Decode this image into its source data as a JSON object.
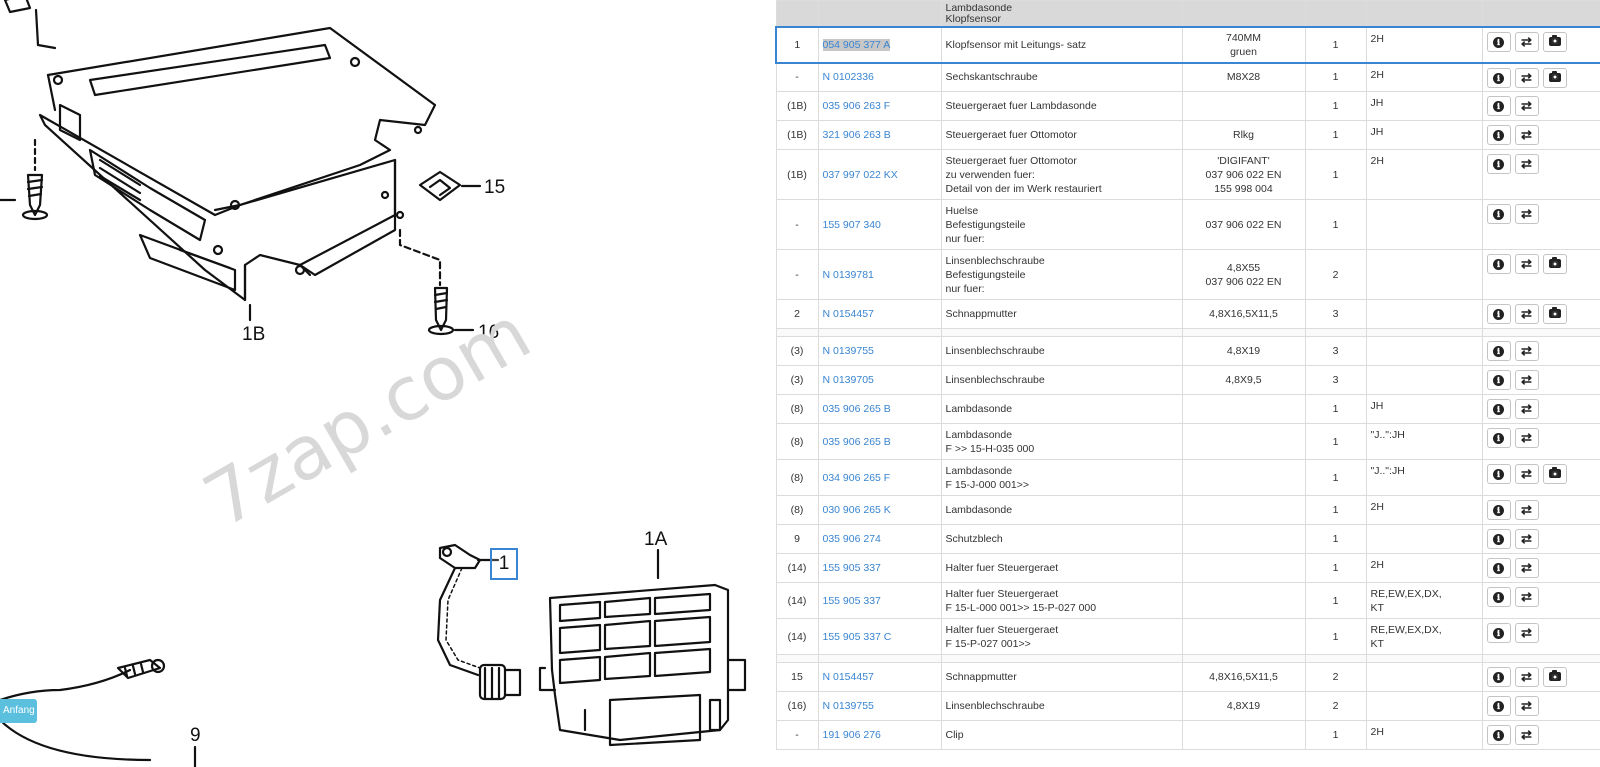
{
  "diagram": {
    "watermark": "7zap.com",
    "callouts": {
      "c15": "15",
      "c16": "16",
      "c1B": "1B",
      "c1A": "1A",
      "c1": "1",
      "c9": "9"
    },
    "start_button": "Anfang"
  },
  "table": {
    "header_fragment": [
      "Lambdasonde",
      "Klopfsensor"
    ],
    "row_groups": [
      [
        {
          "pos": "1",
          "part_no": "054 905 377 A",
          "desc": [
            "Klopfsensor mit Leitungs- satz"
          ],
          "spec": [
            "740MM",
            "gruen"
          ],
          "qty": "1",
          "note": [
            "2H"
          ],
          "actions": [
            "info-icon",
            "swap-icon",
            "camera-icon"
          ],
          "selected": true,
          "highlight": true
        },
        {
          "pos": "-",
          "part_no": "N  0102336",
          "desc": [
            "Sechskantschraube"
          ],
          "spec": [
            "M8X28"
          ],
          "qty": "1",
          "note": [
            "2H"
          ],
          "actions": [
            "info-icon",
            "swap-icon",
            "camera-icon"
          ]
        },
        {
          "pos": "(1B)",
          "part_no": "035 906 263 F",
          "desc": [
            "Steuergeraet fuer Lambdasonde"
          ],
          "spec": [],
          "qty": "1",
          "note": [
            "JH"
          ],
          "actions": [
            "info-icon",
            "swap-icon"
          ]
        },
        {
          "pos": "(1B)",
          "part_no": "321 906 263 B",
          "desc": [
            "Steuergeraet fuer Ottomotor"
          ],
          "spec": [
            "Rlkg"
          ],
          "qty": "1",
          "note": [
            "JH"
          ],
          "actions": [
            "info-icon",
            "swap-icon"
          ]
        },
        {
          "pos": "(1B)",
          "part_no": "037 997 022 KX",
          "desc": [
            "Steuergeraet fuer Ottomotor",
            "zu verwenden fuer:",
            "Detail von der im Werk restauriert"
          ],
          "spec": [
            "'DIGIFANT'",
            "037 906 022 EN",
            "155 998 004"
          ],
          "qty": "1",
          "note": [
            "2H"
          ],
          "actions": [
            "info-icon",
            "swap-icon"
          ]
        },
        {
          "pos": "-",
          "part_no": "155 907 340",
          "desc": [
            "Huelse",
            "Befestigungsteile",
            "nur fuer:"
          ],
          "spec": [
            "037 906 022 EN"
          ],
          "qty": "1",
          "note": [],
          "actions": [
            "info-icon",
            "swap-icon"
          ]
        },
        {
          "pos": "-",
          "part_no": "N  0139781",
          "desc": [
            "Linsenblechschraube",
            "Befestigungsteile",
            "nur fuer:"
          ],
          "spec": [
            "4,8X55",
            "037 906 022 EN"
          ],
          "qty": "2",
          "note": [],
          "actions": [
            "info-icon",
            "swap-icon",
            "camera-icon"
          ]
        },
        {
          "pos": "2",
          "part_no": "N  0154457",
          "desc": [
            "Schnappmutter"
          ],
          "spec": [
            "4,8X16,5X11,5"
          ],
          "qty": "3",
          "note": [],
          "actions": [
            "info-icon",
            "swap-icon",
            "camera-icon"
          ]
        }
      ],
      [
        {
          "pos": "(3)",
          "part_no": "N  0139755",
          "desc": [
            "Linsenblechschraube"
          ],
          "spec": [
            "4,8X19"
          ],
          "qty": "3",
          "note": [],
          "actions": [
            "info-icon",
            "swap-icon"
          ]
        },
        {
          "pos": "(3)",
          "part_no": "N  0139705",
          "desc": [
            "Linsenblechschraube"
          ],
          "spec": [
            "4,8X9,5"
          ],
          "qty": "3",
          "note": [],
          "actions": [
            "info-icon",
            "swap-icon"
          ]
        },
        {
          "pos": "(8)",
          "part_no": "035 906 265 B",
          "desc": [
            "Lambdasonde"
          ],
          "spec": [],
          "qty": "1",
          "note": [
            "JH"
          ],
          "actions": [
            "info-icon",
            "swap-icon"
          ]
        },
        {
          "pos": "(8)",
          "part_no": "035 906 265 B",
          "desc": [
            "Lambdasonde",
            "F >> 15-H-035 000"
          ],
          "spec": [],
          "qty": "1",
          "note": [
            "\"J..\":JH"
          ],
          "actions": [
            "info-icon",
            "swap-icon"
          ]
        },
        {
          "pos": "(8)",
          "part_no": "034 906 265 F",
          "desc": [
            "Lambdasonde",
            "F 15-J-000 001>>"
          ],
          "spec": [],
          "qty": "1",
          "note": [
            "\"J..\":JH"
          ],
          "actions": [
            "info-icon",
            "swap-icon",
            "camera-icon"
          ]
        },
        {
          "pos": "(8)",
          "part_no": "030 906 265 K",
          "desc": [
            "Lambdasonde"
          ],
          "spec": [],
          "qty": "1",
          "note": [
            "2H"
          ],
          "actions": [
            "info-icon",
            "swap-icon"
          ]
        },
        {
          "pos": "9",
          "part_no": "035 906 274",
          "desc": [
            "Schutzblech"
          ],
          "spec": [],
          "qty": "1",
          "note": [],
          "actions": [
            "info-icon",
            "swap-icon"
          ]
        },
        {
          "pos": "(14)",
          "part_no": "155 905 337",
          "desc": [
            "Halter fuer Steuergeraet"
          ],
          "spec": [],
          "qty": "1",
          "note": [
            "2H"
          ],
          "actions": [
            "info-icon",
            "swap-icon"
          ]
        },
        {
          "pos": "(14)",
          "part_no": "155 905 337",
          "desc": [
            "Halter fuer Steuergeraet",
            "F 15-L-000 001>> 15-P-027 000"
          ],
          "spec": [],
          "qty": "1",
          "note": [
            "RE,EW,EX,DX,",
            "KT"
          ],
          "actions": [
            "info-icon",
            "swap-icon"
          ]
        },
        {
          "pos": "(14)",
          "part_no": "155 905 337 C",
          "desc": [
            "Halter fuer Steuergeraet",
            "F 15-P-027 001>>"
          ],
          "spec": [],
          "qty": "1",
          "note": [
            "RE,EW,EX,DX,",
            "KT"
          ],
          "actions": [
            "info-icon",
            "swap-icon"
          ]
        }
      ],
      [
        {
          "pos": "15",
          "part_no": "N  0154457",
          "desc": [
            "Schnappmutter"
          ],
          "spec": [
            "4,8X16,5X11,5"
          ],
          "qty": "2",
          "note": [],
          "actions": [
            "info-icon",
            "swap-icon",
            "camera-icon"
          ]
        },
        {
          "pos": "(16)",
          "part_no": "N  0139755",
          "desc": [
            "Linsenblechschraube"
          ],
          "spec": [
            "4,8X19"
          ],
          "qty": "2",
          "note": [],
          "actions": [
            "info-icon",
            "swap-icon"
          ]
        },
        {
          "pos": "-",
          "part_no": "191 906 276",
          "desc": [
            "Clip"
          ],
          "spec": [],
          "qty": "1",
          "note": [
            "2H"
          ],
          "actions": [
            "info-icon",
            "swap-icon"
          ]
        }
      ]
    ]
  }
}
